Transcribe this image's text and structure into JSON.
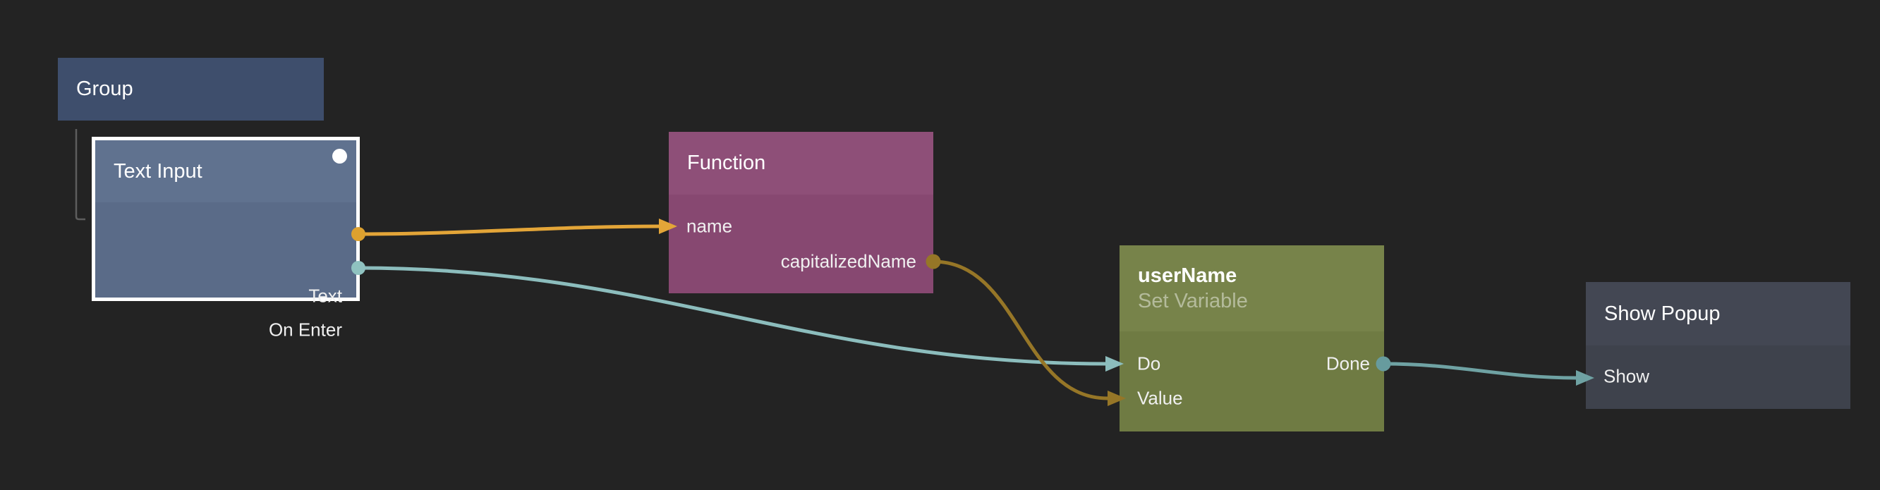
{
  "canvas": {
    "background": "#232323",
    "tree_line_color": "#5d5d5d"
  },
  "nodes": {
    "group": {
      "title": "Group",
      "color": "#3e4e6c"
    },
    "text_input": {
      "title": "Text Input",
      "header_color": "#60728f",
      "body_color": "#5a6b88",
      "selected": true,
      "selection_color": "#ffffff",
      "indicator_color": "#ffffff",
      "outputs": [
        {
          "label": "Text",
          "color": "#dda12f"
        },
        {
          "label": "On Enter",
          "color": "#8fc2c0"
        }
      ]
    },
    "function": {
      "title": "Function",
      "header_color": "#8e4f78",
      "body_color": "#874871",
      "inputs": [
        {
          "label": "name",
          "color": "#e3a538"
        }
      ],
      "outputs": [
        {
          "label": "capitalizedName",
          "color": "#967627"
        }
      ]
    },
    "set_variable": {
      "title": "userName",
      "subtitle": "Set Variable",
      "header_color": "#77834a",
      "body_color": "#6f7b43",
      "inputs": [
        {
          "label": "Do",
          "color": "#8cbdbd"
        },
        {
          "label": "Value",
          "color": "#967627"
        }
      ],
      "outputs": [
        {
          "label": "Done",
          "color": "#679b9e"
        }
      ]
    },
    "show_popup": {
      "title": "Show Popup",
      "header_color": "#434753",
      "body_color": "#3e424c",
      "inputs": [
        {
          "label": "Show",
          "color": "#6fa2a3"
        }
      ]
    }
  },
  "connections": [
    {
      "from": "Text Input.Text",
      "to": "Function.name",
      "color": "#e3a538"
    },
    {
      "from": "Text Input.On Enter",
      "to": "userName.Do",
      "color": "#8cbdbd"
    },
    {
      "from": "Function.capitalizedName",
      "to": "userName.Value",
      "color": "#967627"
    },
    {
      "from": "userName.Done",
      "to": "Show Popup.Show",
      "color": "#6fa2a3"
    }
  ]
}
